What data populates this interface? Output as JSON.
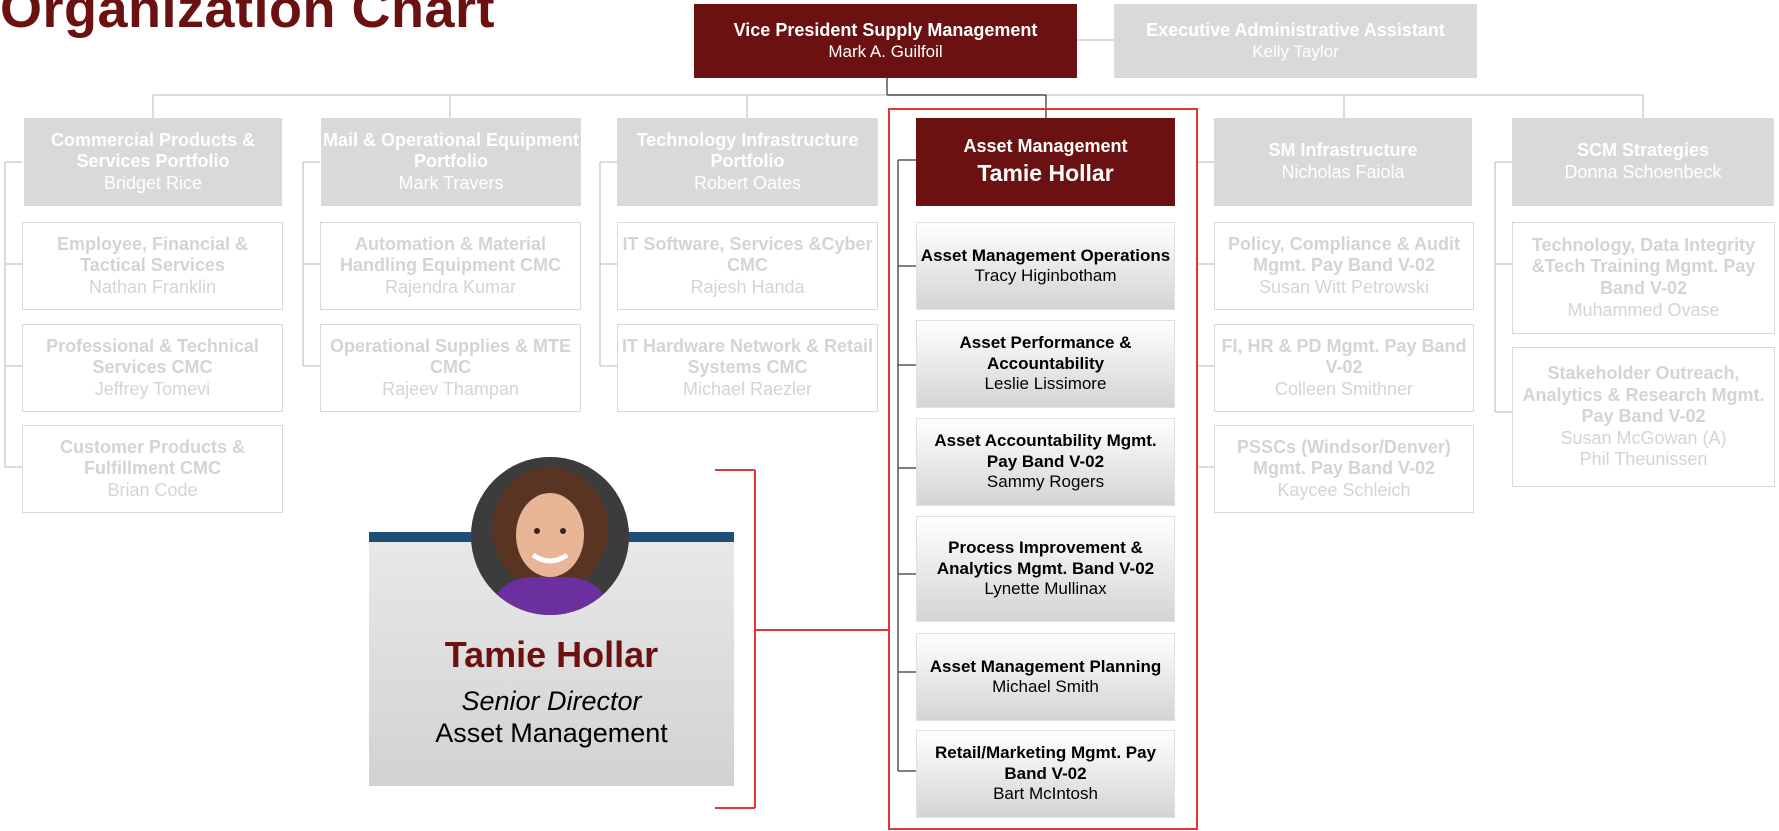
{
  "title": "Organization Chart",
  "vp": {
    "title": "Vice President Supply Management",
    "name": "Mark A. Guilfoil"
  },
  "assistant": {
    "title": "Executive Administrative Assistant",
    "name": "Kelly Taylor"
  },
  "portfolios": [
    {
      "title": "Commercial Products & Services Portfolio",
      "name": "Bridget Rice",
      "units": [
        {
          "title": "Employee, Financial & Tactical Services",
          "name": "Nathan Franklin"
        },
        {
          "title": "Professional & Technical Services CMC",
          "name": "Jeffrey Tomevi"
        },
        {
          "title": "Customer Products & Fulfillment CMC",
          "name": "Brian Code"
        }
      ]
    },
    {
      "title": "Mail & Operational Equipment Portfolio",
      "name": "Mark Travers",
      "units": [
        {
          "title": "Automation & Material Handling Equipment CMC",
          "name": "Rajendra Kumar"
        },
        {
          "title": "Operational Supplies & MTE CMC",
          "name": "Rajeev Thampan"
        }
      ]
    },
    {
      "title": "Technology Infrastructure Portfolio",
      "name": "Robert Oates",
      "units": [
        {
          "title": "IT Software, Services &Cyber CMC",
          "name": "Rajesh Handa"
        },
        {
          "title": "IT Hardware Network & Retail Systems CMC",
          "name": "Michael Raezler"
        }
      ]
    },
    {
      "title": "Asset Management",
      "name": "Tamie Hollar",
      "units": [
        {
          "title": "Asset Management Operations",
          "name": "Tracy Higinbotham"
        },
        {
          "title": "Asset Performance & Accountability",
          "name": "Leslie Lissimore"
        },
        {
          "title": "Asset Accountability Mgmt. Pay Band V-02",
          "name": "Sammy Rogers"
        },
        {
          "title": "Process Improvement & Analytics Mgmt. Band V-02",
          "name": "Lynette Mullinax"
        },
        {
          "title": "Asset Management Planning",
          "name": "Michael Smith"
        },
        {
          "title": "Retail/Marketing Mgmt. Pay Band V-02",
          "name": "Bart McIntosh"
        }
      ]
    },
    {
      "title": "SM Infrastructure",
      "name": "Nicholas Faiola",
      "units": [
        {
          "title": "Policy, Compliance & Audit Mgmt. Pay Band V-02",
          "name": "Susan Witt Petrowski"
        },
        {
          "title": "FI, HR & PD Mgmt. Pay Band V-02",
          "name": "Colleen Smithner"
        },
        {
          "title": "PSSCs (Windsor/Denver) Mgmt. Pay Band V-02",
          "name": "Kaycee Schleich"
        }
      ]
    },
    {
      "title": "SCM Strategies",
      "name": "Donna Schoenbeck",
      "units": [
        {
          "title": "Technology, Data Integrity &Tech Training Mgmt. Pay Band V-02",
          "name": "Muhammed Ovase"
        },
        {
          "title": "Stakeholder Outreach, Analytics & Research Mgmt. Pay Band V-02",
          "name": "Susan McGowan (A)",
          "name2": "Phil Theunissen"
        }
      ]
    }
  ],
  "profile": {
    "name": "Tamie Hollar",
    "role": "Senior Director",
    "department": "Asset Management"
  },
  "colors": {
    "brand": "#6b1111",
    "highlight": "#e3342f",
    "muted_box": "#d9d9d9",
    "profile_bar": "#1f4e79"
  }
}
